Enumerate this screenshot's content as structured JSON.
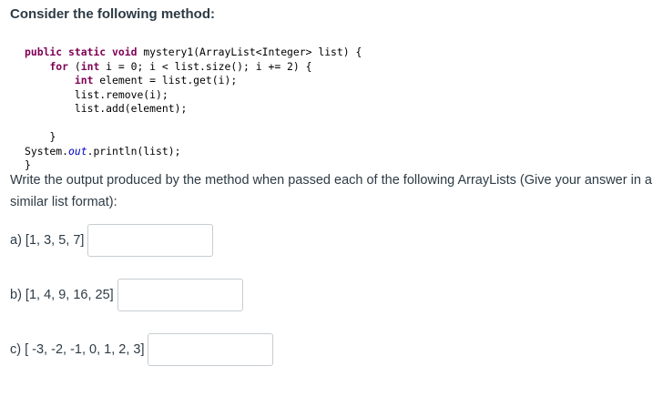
{
  "heading": "Consider the following method:",
  "code_lines": [
    {
      "indent": "",
      "parts": [
        {
          "t": "public",
          "c": "kw"
        },
        {
          "t": " ",
          "c": ""
        },
        {
          "t": "static",
          "c": "kw"
        },
        {
          "t": " ",
          "c": ""
        },
        {
          "t": "void",
          "c": "kw"
        },
        {
          "t": " mystery1(ArrayList<Integer> list) {",
          "c": ""
        }
      ]
    },
    {
      "indent": "    ",
      "parts": [
        {
          "t": "for",
          "c": "kw"
        },
        {
          "t": " (",
          "c": ""
        },
        {
          "t": "int",
          "c": "kw"
        },
        {
          "t": " i = 0; i < list.size(); i += 2) {",
          "c": ""
        }
      ]
    },
    {
      "indent": "        ",
      "parts": [
        {
          "t": "int",
          "c": "kw"
        },
        {
          "t": " element = list.get(i);",
          "c": ""
        }
      ]
    },
    {
      "indent": "        ",
      "parts": [
        {
          "t": "list.remove(i);",
          "c": ""
        }
      ]
    },
    {
      "indent": "        ",
      "parts": [
        {
          "t": "list.add(element);",
          "c": ""
        }
      ]
    },
    {
      "indent": "",
      "parts": [
        {
          "t": "",
          "c": ""
        }
      ]
    },
    {
      "indent": "    ",
      "parts": [
        {
          "t": "}",
          "c": ""
        }
      ]
    },
    {
      "indent": "",
      "parts": [
        {
          "t": "System.",
          "c": ""
        },
        {
          "t": "out",
          "c": "fld"
        },
        {
          "t": ".println(list);",
          "c": ""
        }
      ]
    },
    {
      "indent": "",
      "parts": [
        {
          "t": "}",
          "c": ""
        }
      ]
    }
  ],
  "question": "Write the output produced by the method when passed each of the following ArrayLists (Give your answer in a similar list format):",
  "parts": [
    {
      "label": "a) [1, 3, 5, 7]",
      "value": "",
      "placeholder": ""
    },
    {
      "label": "b) [1, 4, 9, 16, 25]",
      "value": "",
      "placeholder": ""
    },
    {
      "label": "c) [ -3, -2, -1, 0, 1, 2, 3]",
      "value": "",
      "placeholder": ""
    }
  ]
}
